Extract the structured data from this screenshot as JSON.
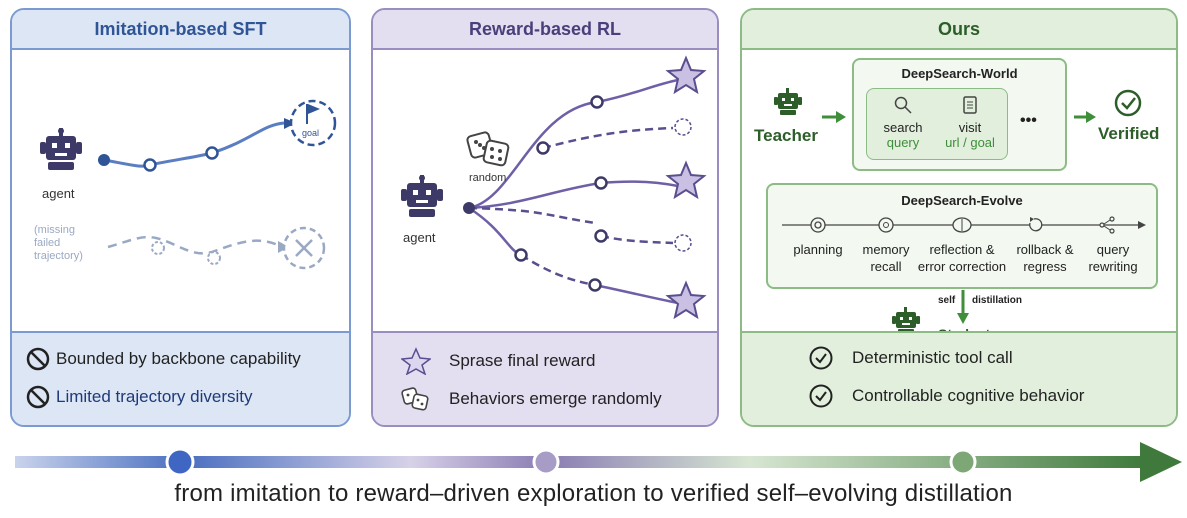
{
  "panels": {
    "sft": {
      "title": "Imitation-based SFT",
      "agent_label": "agent",
      "goal_label": "goal",
      "missing_label": [
        "(missing",
        "failed",
        "trajectory)"
      ],
      "footer": [
        "Bounded by backbone capability",
        "Limited trajectory diversity"
      ]
    },
    "rl": {
      "title": "Reward-based RL",
      "agent_label": "agent",
      "random_label": "random",
      "footer": [
        "Sprase final reward",
        "Behaviors emerge randomly"
      ]
    },
    "ours": {
      "title": "Ours",
      "teacher_label": "Teacher",
      "verified_label": "Verified",
      "world": {
        "title": "DeepSearch-World",
        "tools": [
          {
            "name": "search",
            "arg": "query"
          },
          {
            "name": "visit",
            "arg": "url / goal"
          }
        ],
        "ellipsis": "•••"
      },
      "evolve": {
        "title": "DeepSearch-Evolve",
        "behaviors": [
          [
            "planning"
          ],
          [
            "memory",
            "recall"
          ],
          [
            "reflection &",
            "error correction"
          ],
          [
            "rollback &",
            "regress"
          ],
          [
            "query",
            "rewriting"
          ]
        ]
      },
      "self_label": "self",
      "distill_label": "distillation",
      "student_label": "Student",
      "footer": [
        "Deterministic tool call",
        "Controllable cognitive behavior"
      ]
    }
  },
  "colors": {
    "blue": "#2f5597",
    "purple": "#4b3f7a",
    "green": "#2d5e2a",
    "robot": "#3d3a68"
  },
  "caption": "from imitation to reward–driven exploration to verified self–evolving distillation"
}
